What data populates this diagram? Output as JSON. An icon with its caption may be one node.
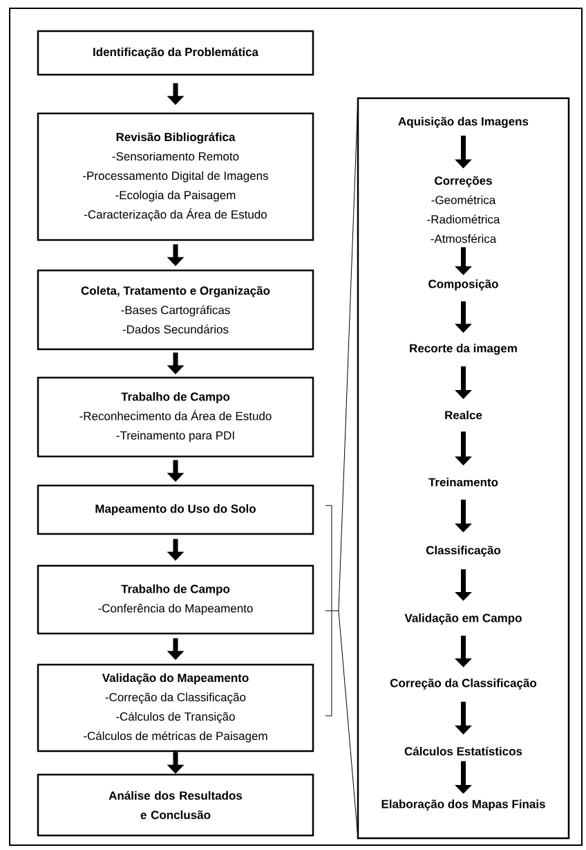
{
  "diagram": {
    "nodes": [
      {
        "text": [
          "Identificação da Problemática"
        ]
      },
      {
        "text": [
          "Revisão Bibliográfica",
          "-Sensoriamento Remoto",
          "-Processamento Digital de Imagens",
          "-Ecologia da Paisagem",
          "-Caracterização da Área de Estudo"
        ]
      },
      {
        "text": [
          "Coleta, Tratamento e Organização",
          "-Bases Cartográficas",
          "-Dados Secundários"
        ]
      },
      {
        "text": [
          "Trabalho de Campo",
          "-Reconhecimento da Área de Estudo",
          "-Treinamento para PDI"
        ]
      },
      {
        "text": [
          "Mapeamento do Uso do Solo"
        ]
      },
      {
        "text": [
          "Trabalho de Campo",
          "-Conferência do Mapeamento"
        ]
      },
      {
        "text": [
          "Validação do Mapeamento",
          "-Correção da Classificação",
          "-Cálculos de Transição",
          "-Cálculos de métricas de Paisagem"
        ]
      },
      {
        "text": [
          "Análise dos Resultados e Conclusão"
        ]
      },
      {
        "text": [],
        "shape": "box"
      },
      {
        "text": [
          "Aquisição das Imagens"
        ],
        "in": 8
      },
      {
        "text": [
          "Correções",
          "-Geométrica",
          "-Radiométrica",
          "-Atmosférica"
        ],
        "in": 8
      },
      {
        "text": [
          "Composição"
        ],
        "in": 8
      },
      {
        "text": [
          "Recorte da imagem"
        ],
        "in": 8
      },
      {
        "text": [
          "Realce"
        ],
        "in": 8
      },
      {
        "text": [
          "Treinamento"
        ],
        "in": 8
      },
      {
        "text": [
          "Classificação"
        ],
        "in": 8
      },
      {
        "text": [
          "Validação em Campo"
        ],
        "in": 8
      },
      {
        "text": [
          "Correção da Classificação"
        ],
        "in": 8
      },
      {
        "text": [
          "Cálculos Estatísticos"
        ],
        "in": 8
      },
      {
        "text": [
          "Elaboração dos Mapas Finais"
        ],
        "in": 8
      }
    ],
    "edges": [
      {
        "from": 0,
        "to": 1,
        "arrow": "to"
      },
      {
        "from": 1,
        "to": 2,
        "arrow": "to"
      },
      {
        "from": 2,
        "to": 3,
        "arrow": "to"
      },
      {
        "from": 3,
        "to": 4,
        "arrow": "to"
      },
      {
        "from": 4,
        "to": 5,
        "arrow": "to"
      },
      {
        "from": 5,
        "to": 6,
        "arrow": "to"
      },
      {
        "from": 6,
        "to": 7,
        "arrow": "to"
      },
      {
        "from": 9,
        "to": 10,
        "arrow": "to"
      },
      {
        "from": 10,
        "to": 11,
        "arrow": "to"
      },
      {
        "from": 11,
        "to": 12,
        "arrow": "to"
      },
      {
        "from": 12,
        "to": 13,
        "arrow": "to"
      },
      {
        "from": 13,
        "to": 14,
        "arrow": "to"
      },
      {
        "from": 14,
        "to": 15,
        "arrow": "to"
      },
      {
        "from": 15,
        "to": 16,
        "arrow": "to"
      },
      {
        "from": 16,
        "to": 17,
        "arrow": "to"
      },
      {
        "from": 17,
        "to": 18,
        "arrow": "to"
      },
      {
        "from": 18,
        "to": 19,
        "arrow": "to"
      }
    ]
  }
}
